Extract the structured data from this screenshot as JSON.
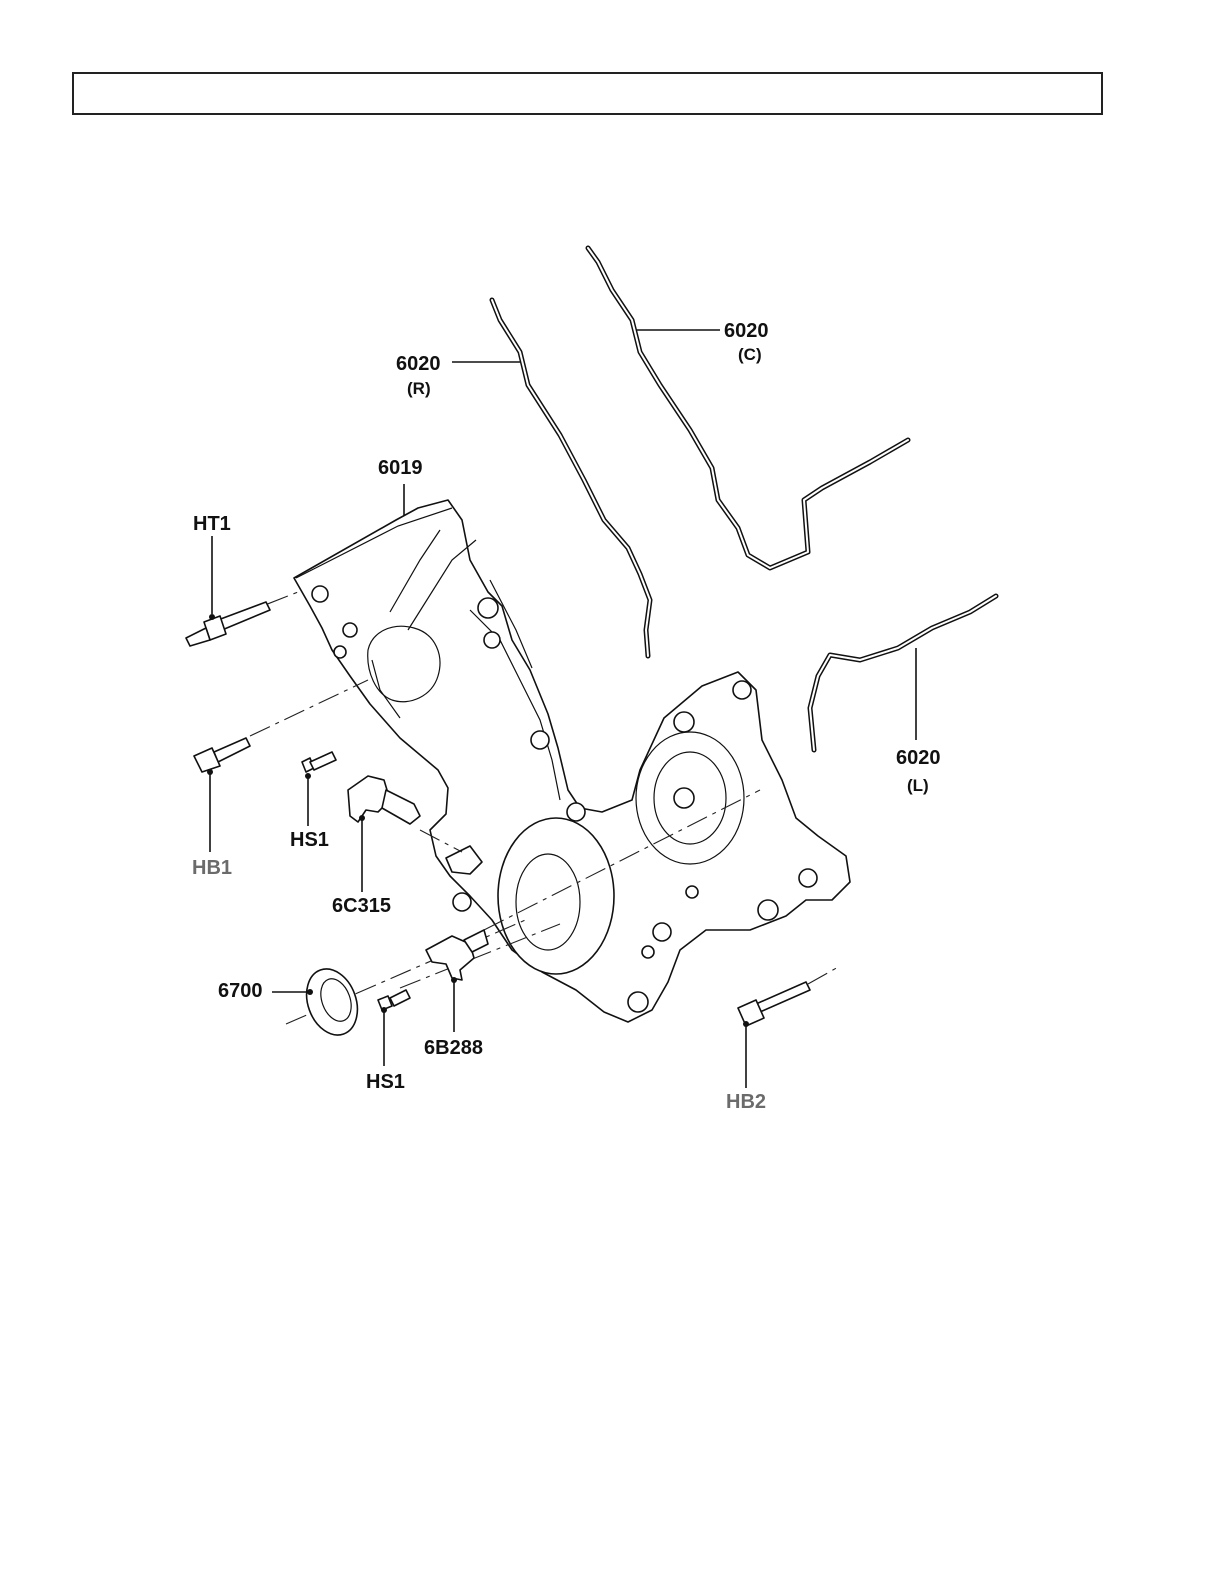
{
  "header": {
    "title": ""
  },
  "callouts": {
    "gasket_center": {
      "part": "6020",
      "note": "(C)"
    },
    "gasket_right": {
      "part": "6020",
      "note": "(R)"
    },
    "gasket_left": {
      "part": "6020",
      "note": "(L)"
    },
    "cover": {
      "part": "6019"
    },
    "stud_top": {
      "part": "HT1"
    },
    "bolt_left": {
      "part": "HB1"
    },
    "screw_upper": {
      "part": "HS1"
    },
    "sensor_cam": {
      "part": "6C315"
    },
    "seal": {
      "part": "6700"
    },
    "screw_lower": {
      "part": "HS1"
    },
    "sensor_crank": {
      "part": "6B288"
    },
    "bolt_right": {
      "part": "HB2"
    }
  },
  "colors": {
    "line": "#111111",
    "hardware_grey": "#6b6b6b"
  }
}
